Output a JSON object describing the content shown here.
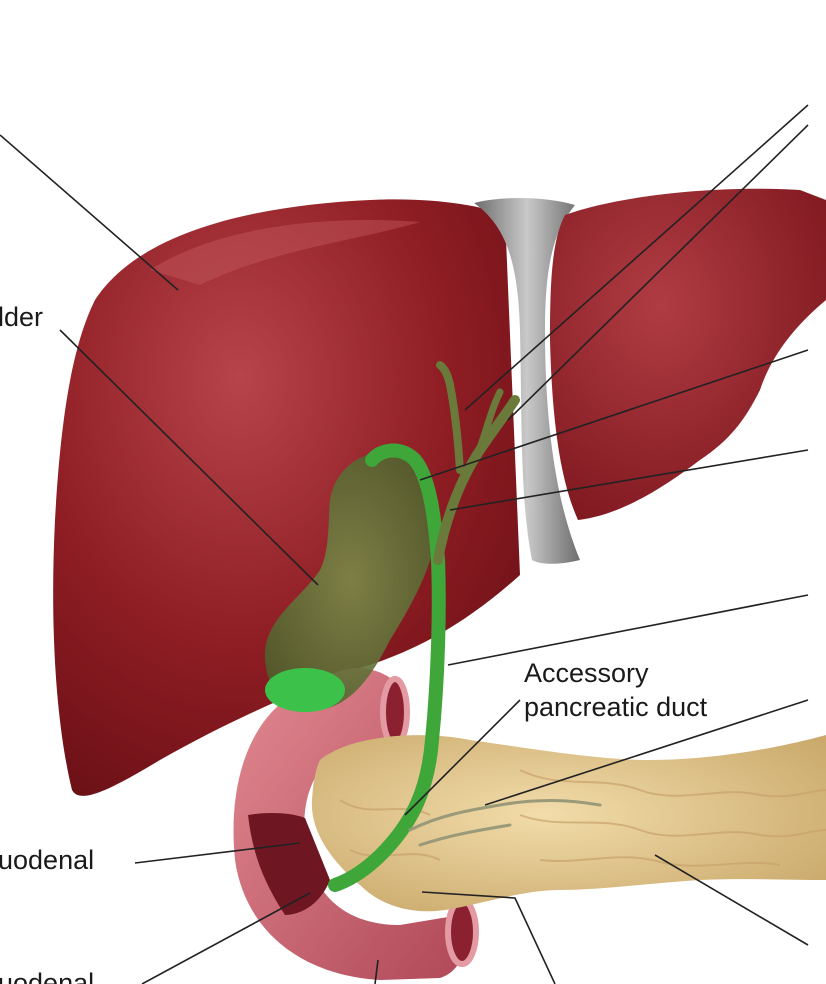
{
  "labels": {
    "gallbladder_partial": "lder",
    "duodenal_partial_1": "uodenal",
    "duodenal_partial_2": "uodenal",
    "accessory_line1": "Accessory",
    "accessory_line2": "pancreatic duct"
  },
  "colors": {
    "liver": "#8e1c22",
    "liver_highlight": "#b8464c",
    "ligament": "#9a9a9a",
    "bile_duct": "#4aa640",
    "gallbladder": "#5c7a3a",
    "pancreas": "#e8cf9a",
    "duodenum": "#c9606c",
    "leader_line": "#222222"
  }
}
